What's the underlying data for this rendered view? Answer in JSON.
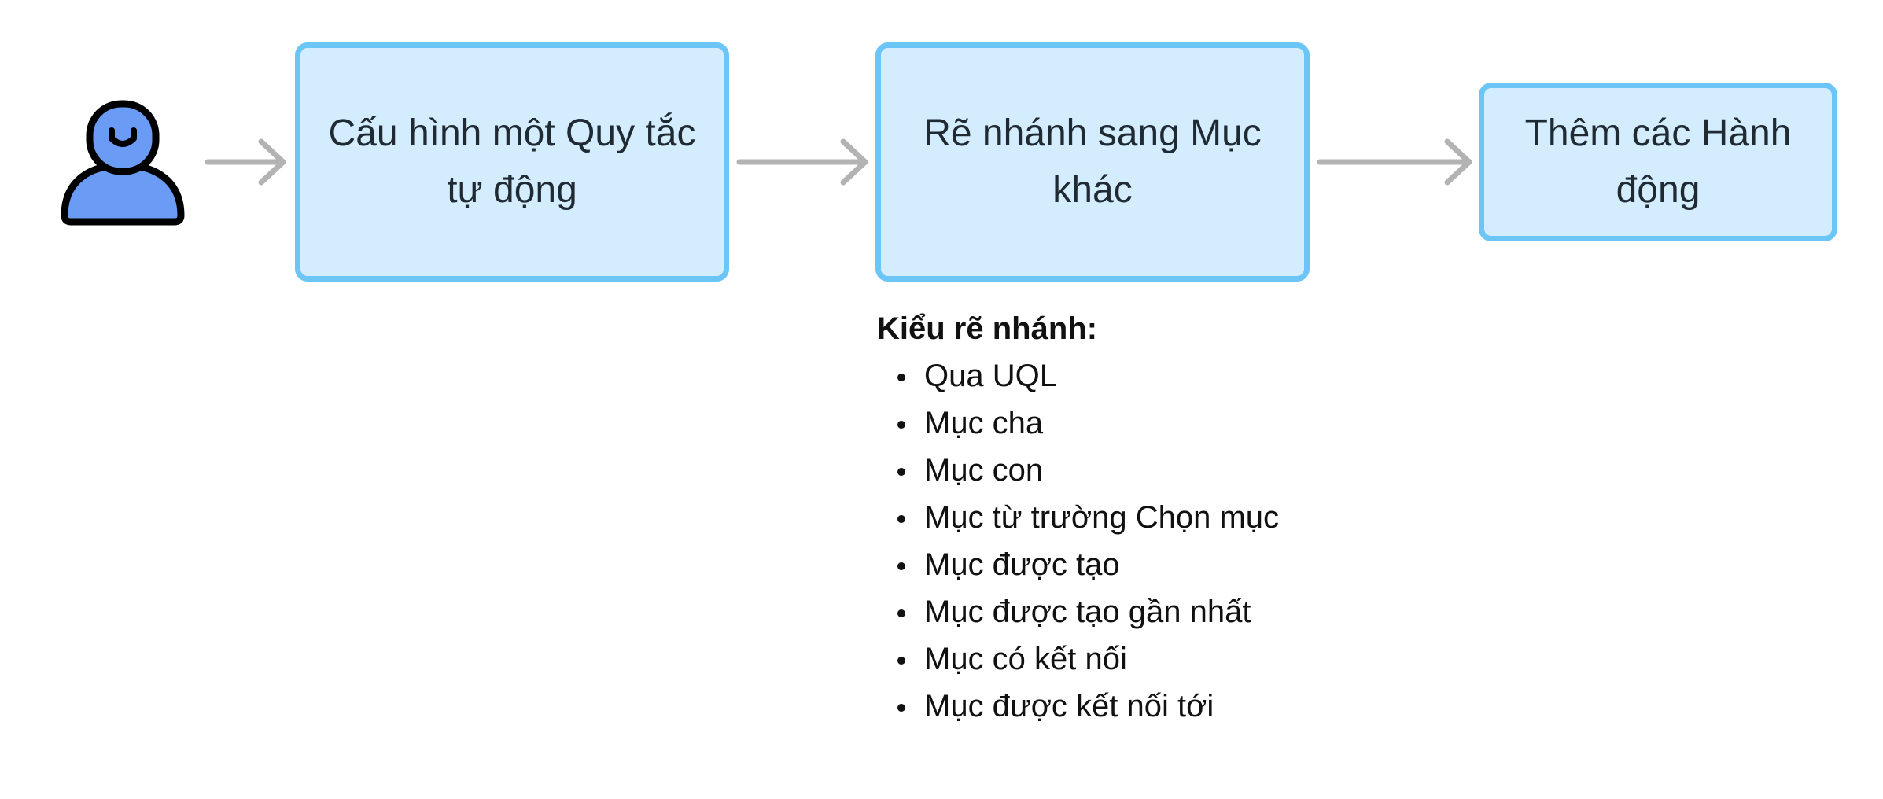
{
  "steps": [
    {
      "label": "Cấu hình một Quy tắc tự động"
    },
    {
      "label": "Rẽ nhánh sang Mục khác"
    },
    {
      "label": "Thêm các Hành động"
    }
  ],
  "branch_types": {
    "heading": "Kiểu rẽ nhánh:",
    "items": [
      "Qua UQL",
      "Mục cha",
      "Mục con",
      "Mục từ trường Chọn mục",
      "Mục được tạo",
      "Mục được tạo gần nhất",
      "Mục có kết nối",
      "Mục được kết nối tới"
    ]
  },
  "colors": {
    "box_fill": "#d3ecfe",
    "box_border": "#6cc5f7",
    "arrow": "#b3b3b3",
    "avatar_fill": "#6b9cf5",
    "avatar_outline": "#000000"
  },
  "icons": {
    "user": "user-icon",
    "arrow": "arrow-right-icon"
  }
}
